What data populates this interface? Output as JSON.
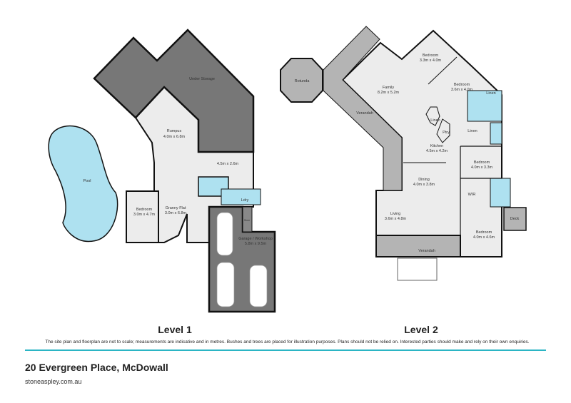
{
  "colors": {
    "floor": "#ececec",
    "storage": "#777777",
    "verandah": "#b4b4b4",
    "water": "#aee1f0",
    "wall": "#111111",
    "accent": "#2bb5c4"
  },
  "level1": {
    "label": "Level 1",
    "rooms": [
      {
        "name": "Under Storage",
        "size": ""
      },
      {
        "name": "Rumpus",
        "size": "4.0m x 6.8m"
      },
      {
        "name": "",
        "size": "4.5m x 2.6m"
      },
      {
        "name": "Pool",
        "size": ""
      },
      {
        "name": "Bedroom",
        "size": "3.0m x 4.7m"
      },
      {
        "name": "Granny Flat",
        "size": "3.0m x 6.8m"
      },
      {
        "name": "Ldry",
        "size": ""
      },
      {
        "name": "Store",
        "size": ""
      },
      {
        "name": "Garage / Workshop",
        "size": "5.8m x 9.5m"
      }
    ]
  },
  "level2": {
    "label": "Level 2",
    "rooms": [
      {
        "name": "Rotunda",
        "size": ""
      },
      {
        "name": "Family",
        "size": "8.2m x 5.2m"
      },
      {
        "name": "Bedroom",
        "size": "3.3m x 4.0m"
      },
      {
        "name": "Bedroom",
        "size": "3.6m x 4.0m"
      },
      {
        "name": "Linen",
        "size": ""
      },
      {
        "name": "Verandah",
        "size": ""
      },
      {
        "name": "Linen",
        "size": ""
      },
      {
        "name": "Ptry",
        "size": ""
      },
      {
        "name": "Linen",
        "size": ""
      },
      {
        "name": "Kitchen",
        "size": "4.5m x 4.2m"
      },
      {
        "name": "Bedroom",
        "size": "4.0m x 3.3m"
      },
      {
        "name": "Dining",
        "size": "4.0m x 3.8m"
      },
      {
        "name": "WIR",
        "size": ""
      },
      {
        "name": "Deck",
        "size": ""
      },
      {
        "name": "Living",
        "size": "3.6m x 4.8m"
      },
      {
        "name": "Bedroom",
        "size": "4.0m x 4.6m"
      },
      {
        "name": "Verandah",
        "size": ""
      }
    ]
  },
  "disclaimer": "The site plan and floorplan are not to scale; measurements are indicative and in metres. Bushes and trees are placed for illustration purposes. Plans should not be relied on. Interested parties should make and rely on their own enquiries.",
  "property": {
    "address": "20 Evergreen Place, McDowall",
    "website": "stoneaspley.com.au"
  }
}
